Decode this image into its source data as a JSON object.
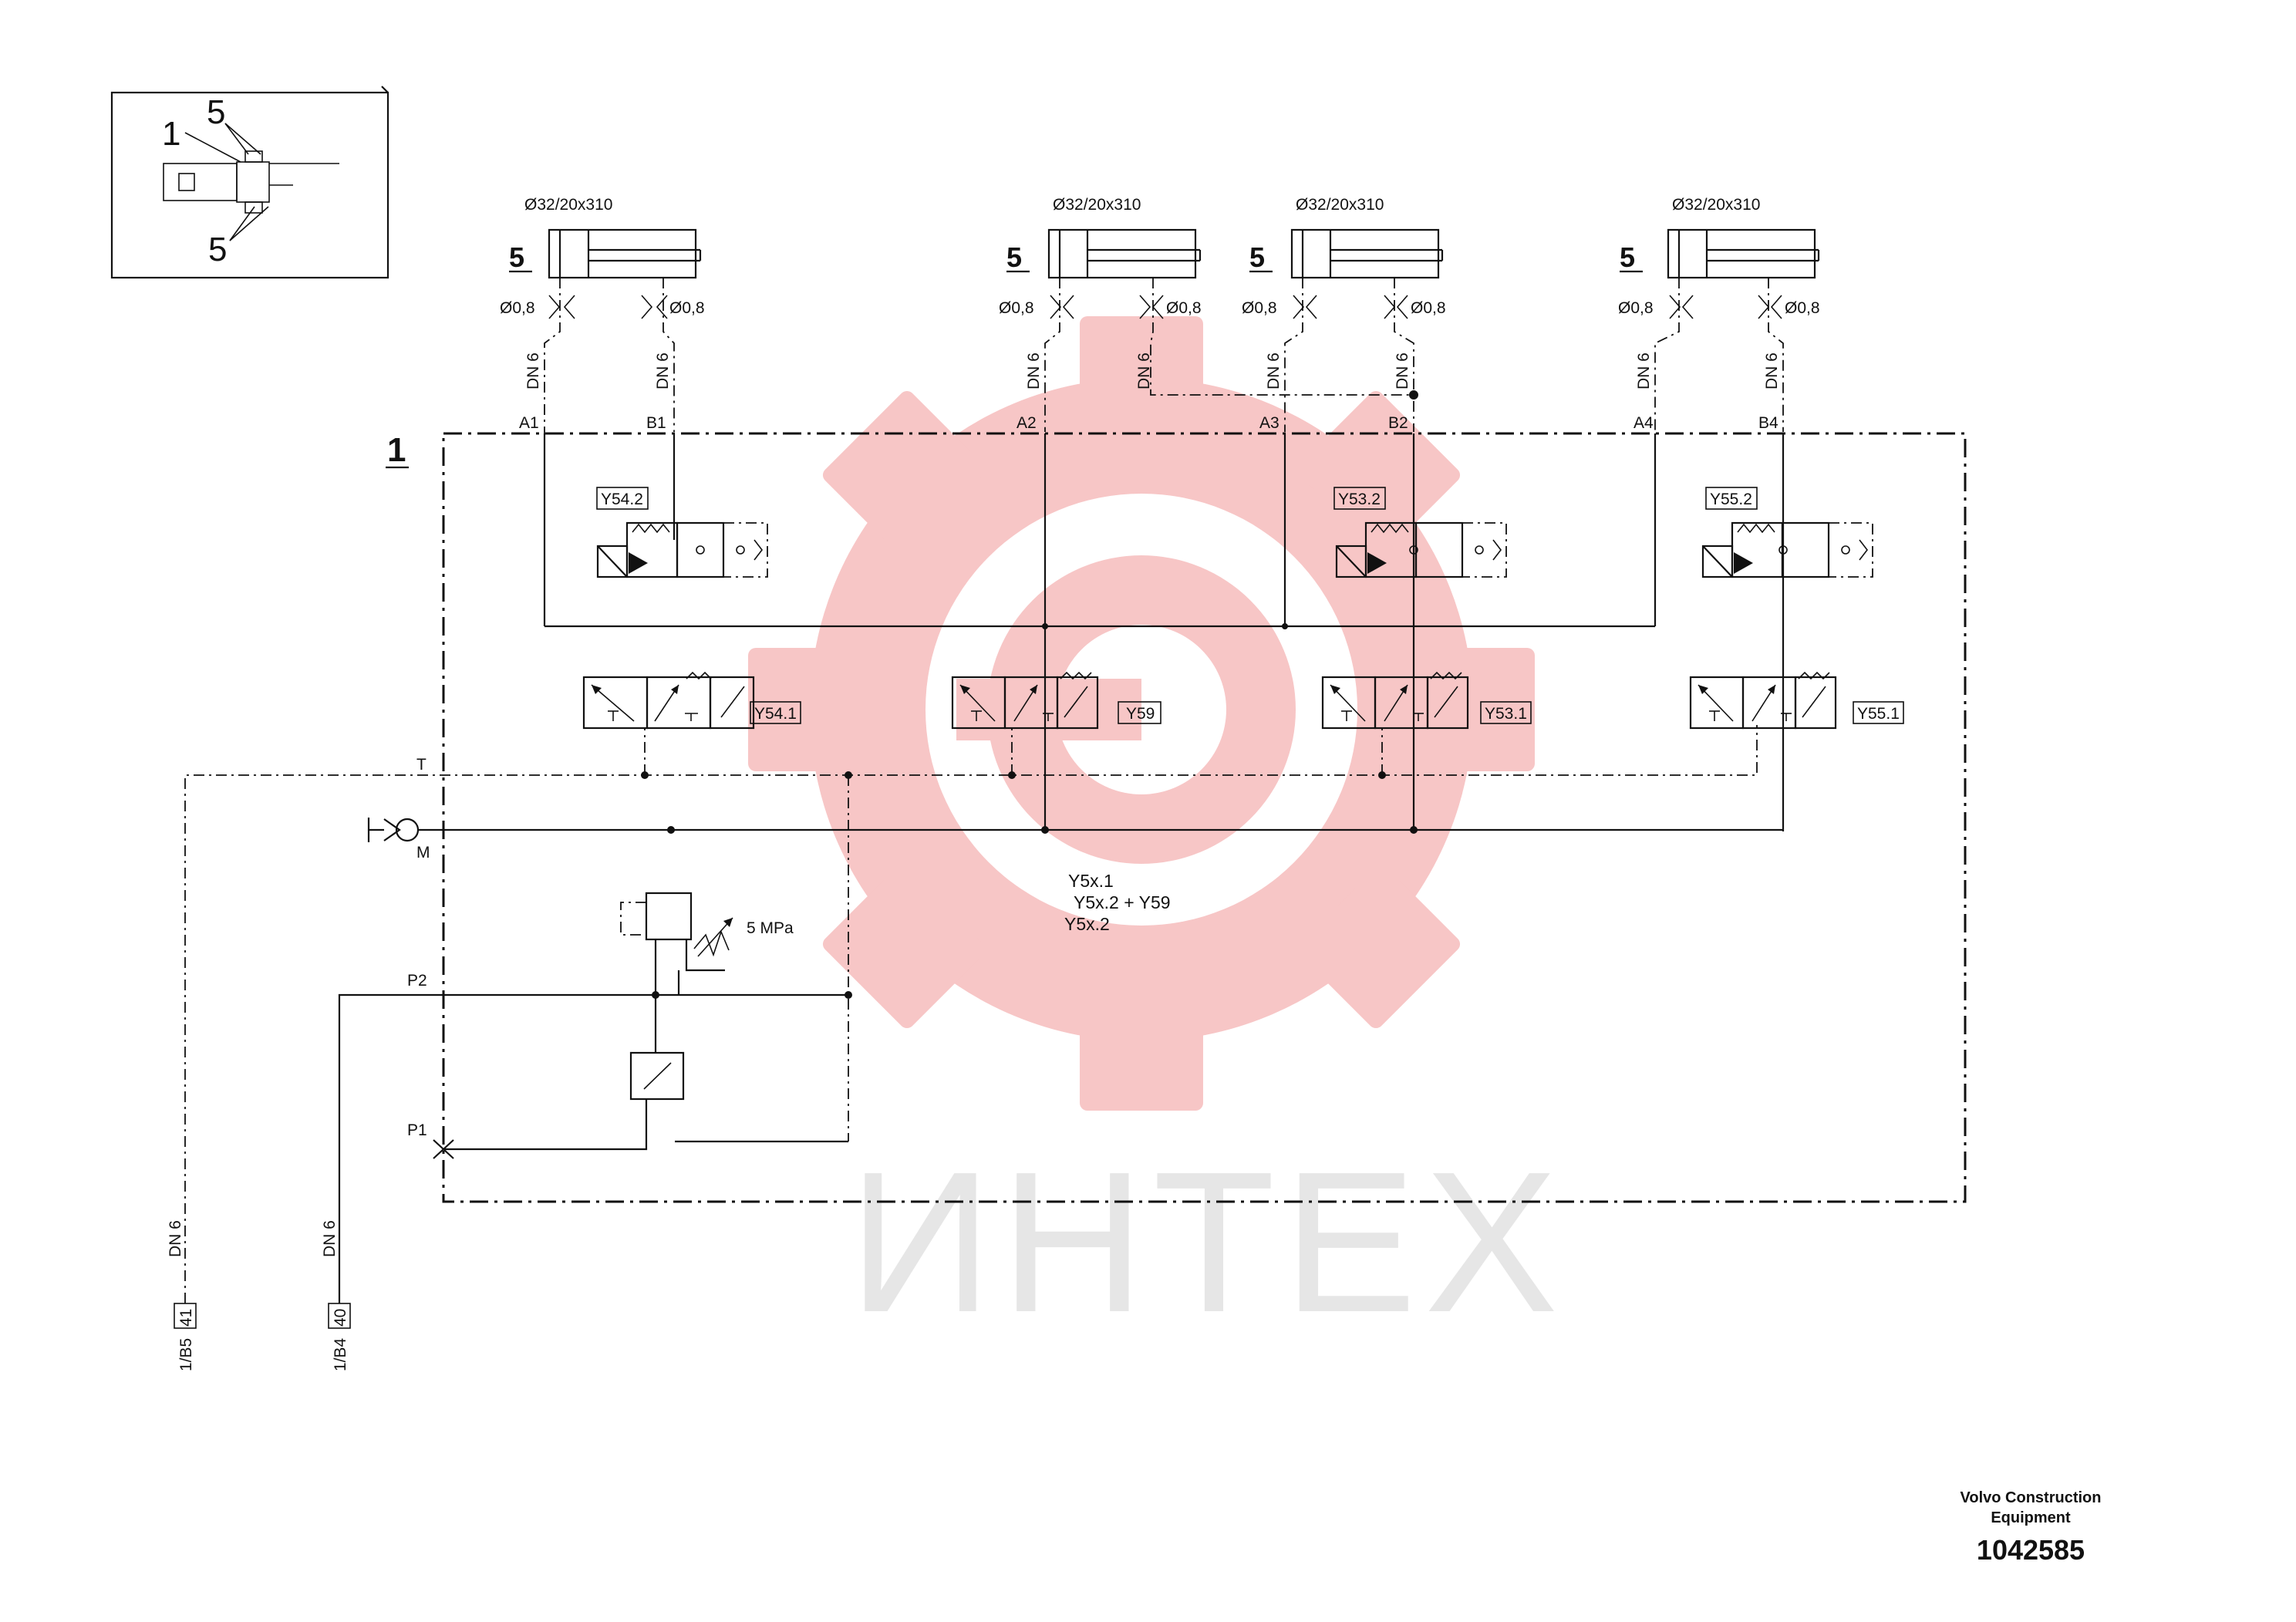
{
  "inset": {
    "label_1": "1",
    "label_5_top": "5",
    "label_5_bottom": "5"
  },
  "cylinders": [
    {
      "spec": "Ø32/20x310",
      "number": "5",
      "orifice_a": "Ø0,8",
      "orifice_b": "Ø0,8"
    },
    {
      "spec": "Ø32/20x310",
      "number": "5",
      "orifice_a": "Ø0,8",
      "orifice_b": "Ø0,8"
    },
    {
      "spec": "Ø32/20x310",
      "number": "5",
      "orifice_a": "Ø0,8",
      "orifice_b": "Ø0,8"
    },
    {
      "spec": "Ø32/20x310",
      "number": "5",
      "orifice_a": "Ø0,8",
      "orifice_b": "Ø0,8"
    }
  ],
  "pipe_label": "DN 6",
  "ports": [
    "A1",
    "B1",
    "A2",
    "A3",
    "B2",
    "A4",
    "B4"
  ],
  "block_number": "1",
  "check_valves": [
    "Y54.2",
    "Y53.2",
    "Y55.2"
  ],
  "directional_valves": [
    "Y54.1",
    "Y59",
    "Y53.1",
    "Y55.1"
  ],
  "lines": {
    "t": "T",
    "m": "M",
    "p2": "P2",
    "p1": "P1"
  },
  "relief_valve": "5 MPa",
  "sequence": [
    "Y5x.1",
    "Y5x.2 + Y59",
    "Y5x.2"
  ],
  "connectors": [
    {
      "ref": "1/B5",
      "num": "41"
    },
    {
      "ref": "1/B4",
      "num": "40"
    }
  ],
  "watermark": "ИНТЕХ",
  "footer": {
    "brand_line1": "Volvo Construction",
    "brand_line2": "Equipment",
    "doc_number": "1042585"
  },
  "colors": {
    "line": "#111111",
    "watermark_logo": "#f7c6c6",
    "watermark_text": "#e6e6e6"
  }
}
